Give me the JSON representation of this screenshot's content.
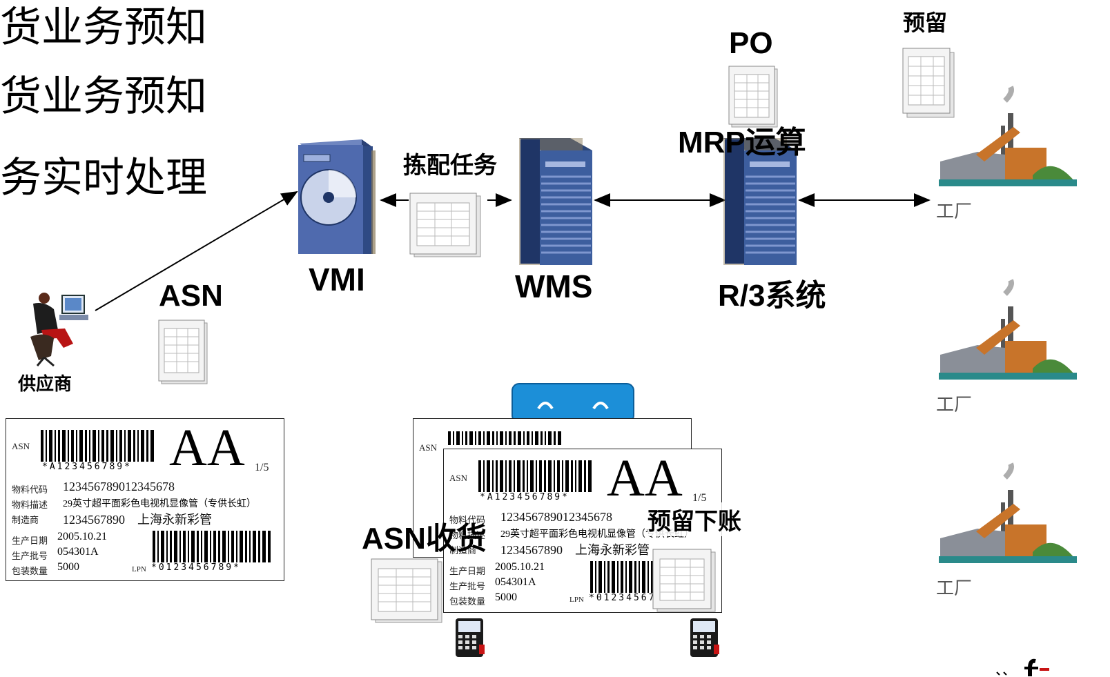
{
  "bullets": [
    "收货业务预知",
    "发货业务预知",
    "账务实时处理"
  ],
  "nodes": {
    "vmi": "VMI",
    "wms": "WMS",
    "r3": "R/3系统",
    "supplier": "供应商",
    "factory": "工厂"
  },
  "labels": {
    "pick_task": "拣配任务",
    "po": "PO",
    "mrp": "MRP运算",
    "reserve": "预留",
    "asn": "ASN",
    "asn_receive": "ASN收货",
    "reserve_post": "预留下账"
  },
  "asn_label": {
    "tag": "ASN",
    "barcode_text": "*A123456789*",
    "grade": "AA",
    "page": "1/5",
    "fields": [
      {
        "key": "物料代码",
        "value": "123456789012345678"
      },
      {
        "key": "物料描述",
        "value": "29英寸超平面彩色电视机显像管（专供长虹）"
      },
      {
        "key": "制造商",
        "value": "1234567890    上海永新彩管"
      }
    ],
    "fields2": [
      {
        "key": "生产日期",
        "value": "2005.10.21"
      },
      {
        "key": "生产批号",
        "value": "054301A"
      },
      {
        "key": "包装数量",
        "value": "5000"
      }
    ],
    "lpn_prefix": "LPN",
    "lpn_text": "*0123456789*"
  },
  "colors": {
    "server_blue": "#3b5a9a",
    "server_dark": "#1f3566",
    "arrow": "#000000",
    "factory_orange": "#c8742a",
    "factory_green": "#4a8a3a"
  }
}
